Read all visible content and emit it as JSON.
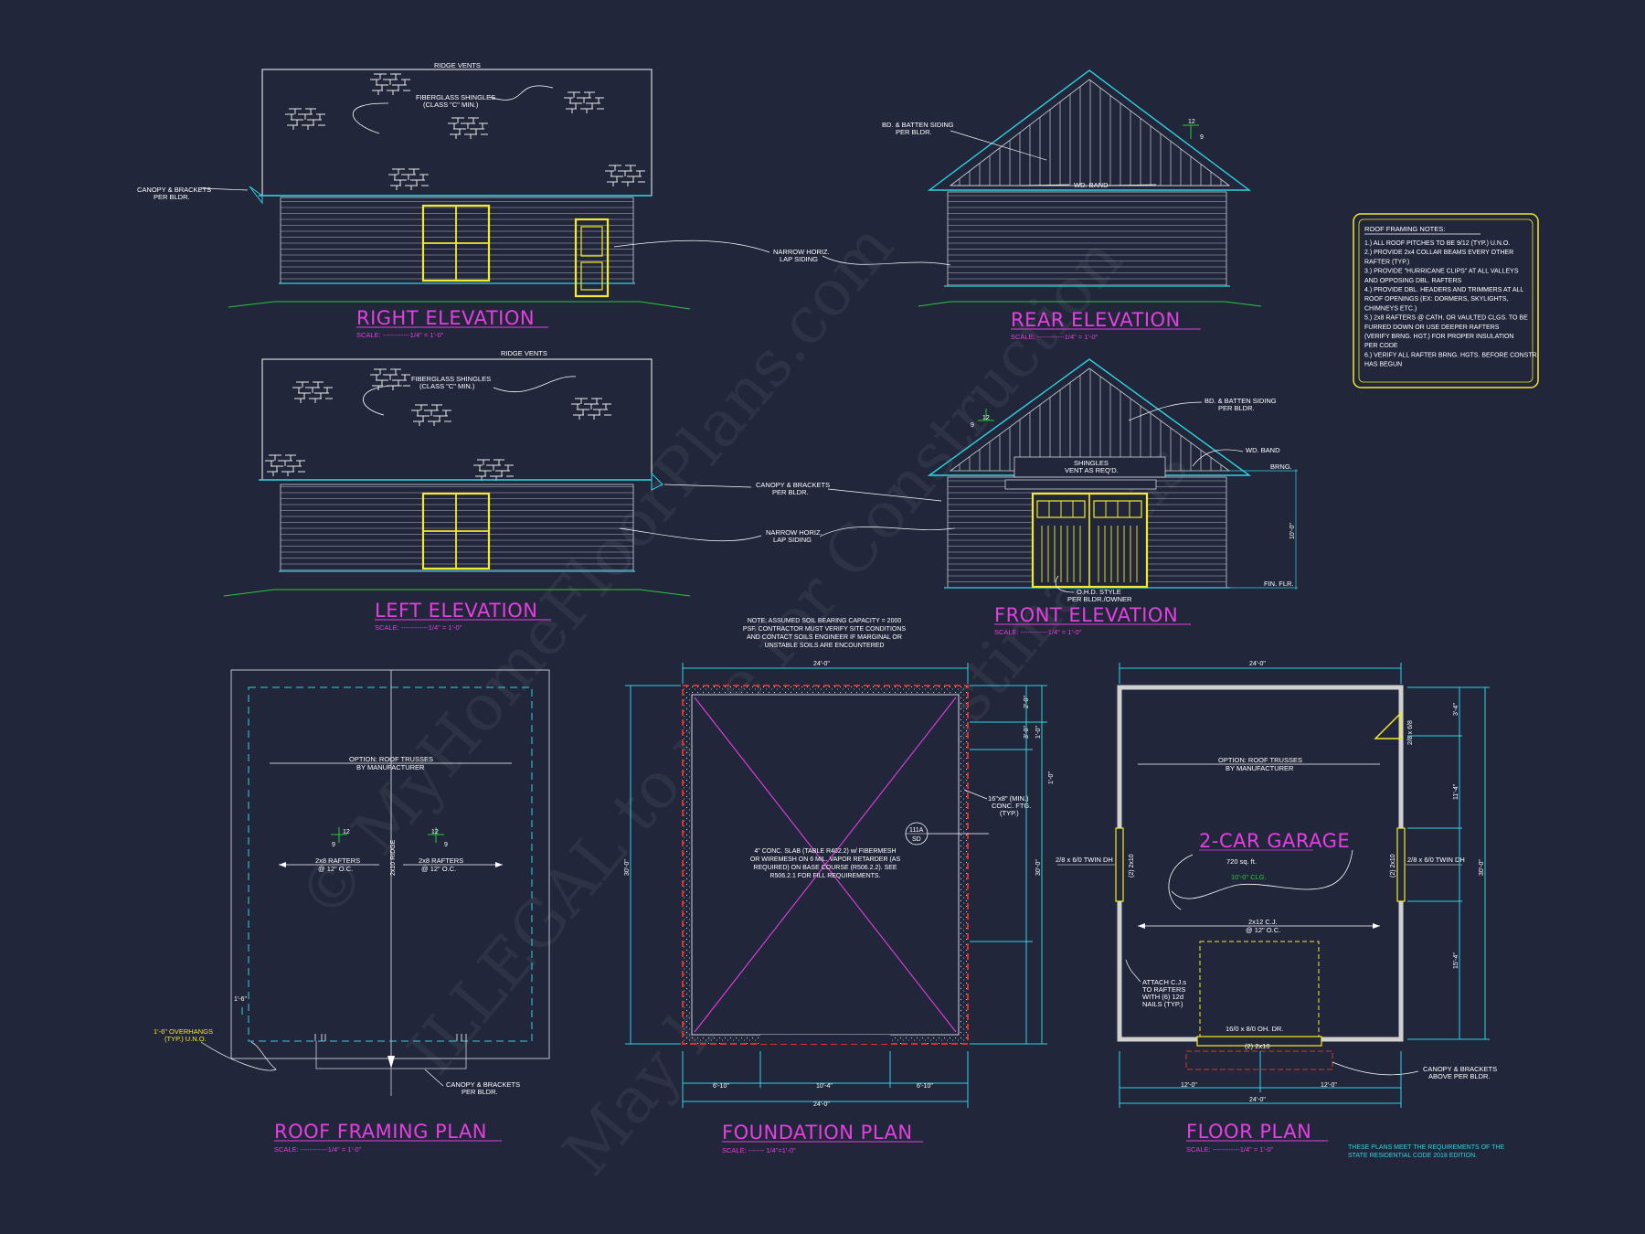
{
  "watermark": {
    "line1": "© MyHomeFloorPlans.com",
    "line2": "ILLEGAL to use for Construction",
    "line3": "May be used for Estimations"
  },
  "views": {
    "right_elevation": {
      "title": "RIGHT ELEVATION",
      "scale": "SCALE: ------------1/4\" = 1'-0\""
    },
    "rear_elevation": {
      "title": "REAR ELEVATION",
      "scale": "SCALE: ------------1/4\" = 1'-0\""
    },
    "left_elevation": {
      "title": "LEFT ELEVATION",
      "scale": "SCALE: ------------1/4\" = 1'-0\""
    },
    "front_elevation": {
      "title": "FRONT ELEVATION",
      "scale": "SCALE: ------------1/4\" = 1'-0\""
    },
    "roof_framing_plan": {
      "title": "ROOF FRAMING PLAN",
      "scale": "SCALE: ------------1/4\" = 1'-0\""
    },
    "foundation_plan": {
      "title": "FOUNDATION PLAN",
      "scale": "SCALE: ------- 1/4\"=1'-0\""
    },
    "floor_plan": {
      "title": "FLOOR PLAN",
      "scale": "SCALE: ------------1/4\" = 1'-0\""
    }
  },
  "annotations": {
    "ridge_vents": "RIDGE VENTS",
    "fiberglass_shingles_1": "FIBERGLASS SHINGLES",
    "fiberglass_shingles_2": "(CLASS \"C\" MIN.)",
    "canopy_brackets_1": "CANOPY & BRACKETS",
    "canopy_brackets_2": "PER BLDR.",
    "narrow_lap_1": "NARROW HORIZ.",
    "narrow_lap_2": "LAP SIDING",
    "bb_siding_1": "BD. & BATTEN SIDING",
    "bb_siding_2": "PER BLDR.",
    "wd_band": "WD. BAND",
    "shingles_vent_1": "SHINGLES",
    "shingles_vent_2": "VENT AS REQ'D.",
    "brng": "BRNG.",
    "fin_flr": "FIN. FLR.",
    "height": "10'-0\"",
    "ohd_style_1": "O.H.D. STYLE",
    "ohd_style_2": "PER BLDR./OWNER",
    "pitch_12": "12",
    "pitch_9": "9"
  },
  "roof_notes": {
    "title": "ROOF FRAMING NOTES:",
    "lines": [
      "1.) ALL ROOF PITCHES TO BE 9/12 (TYP.) U.N.O.",
      "2.) PROVIDE 2x4 COLLAR BEAMS EVERY OTHER",
      "RAFTER (TYP.)",
      "3.) PROVIDE \"HURRICANE CLIPS\" AT ALL VALLEYS",
      "AND OPPOSING DBL. RAFTERS",
      "4.) PROVIDE DBL. HEADERS AND TRIMMERS AT ALL",
      "ROOF OPENINGS (EX: DORMERS, SKYLIGHTS,",
      "CHIMNEYS ETC.)",
      "5.) 2x8 RAFTERS @ CATH. OR VAULTED CLGS. TO BE",
      "FURRED DOWN OR USE DEEPER RAFTERS",
      "(VERIFY BRNG. HGT.) FOR PROPER INSULATION",
      "PER CODE",
      "6.) VERIFY ALL RAFTER BRNG. HGTS. BEFORE CONSTR.",
      "HAS BEGUN"
    ]
  },
  "soil_note": [
    "NOTE: ASSUMED SOIL BEARING CAPACITY = 2000",
    "PSF. CONTRACTOR MUST VERIFY SITE CONDITIONS",
    "AND CONTACT SOILS ENGINEER IF MARGINAL OR",
    "UNSTABLE SOILS ARE ENCOUNTERED"
  ],
  "roof_plan": {
    "trusses_1": "OPTION: ROOF TRUSSES",
    "trusses_2": "BY MANUFACTURER",
    "rafters_1": "2x8 RAFTERS",
    "rafters_2": "@ 12\" O.C.",
    "ridge": "2x10 RIDGE",
    "overhang_1": "1'-6\" OVERHANGS",
    "overhang_2": "(TYP.) U.N.O.",
    "overhang_dim": "1'-6\"",
    "canopy_1": "CANOPY & BRACKETS",
    "canopy_2": "PER BLDR."
  },
  "foundation": {
    "dim_top": "24'-0\"",
    "dim_bottom": "24'-0\"",
    "dim_seg_1": "6'-10\"",
    "dim_seg_2": "10'-4\"",
    "dim_seg_3": "6'-10\"",
    "dim_side": "30'-0\"",
    "dim_side_r": "30'-0\"",
    "dim_r1": "2'-0\"",
    "dim_r2": "3'-0\"",
    "dim_r3": "1'-0\"",
    "dim_r4": "1'-0\"",
    "slab_note": [
      "4\" CONC. SLAB (TABLE R402.2) w/ FIBERMESH",
      "OR WIREMESH ON 6 MIL. VAPOR RETARDER (AS",
      "REQUIRED) ON BASE COURSE (R506.2.2). SEE",
      "R506.2.1 FOR FILL REQUIREMENTS."
    ],
    "footing_1": "16\"x8\" (MIN.)",
    "footing_2": "CONC. FTG.",
    "footing_3": "(TYP.)",
    "section_top": "111A",
    "section_bot": "SD"
  },
  "floor": {
    "room": "2-CAR GARAGE",
    "area": "720 sq. ft.",
    "ceiling": "10'-0\" CLG.",
    "trusses_1": "OPTION: ROOF TRUSSES",
    "trusses_2": "BY MANUFACTURER",
    "cj_1": "2x12 C.J.",
    "cj_2": "@ 12\" O.C.",
    "window_l": "2/8 x 6/0 TWIN DH",
    "window_r": "2/8 x 6/0 TWIN DH",
    "header_l": "(2) 2x10",
    "header_r": "(2) 2x10",
    "attach_1": "ATTACH C.J.s",
    "attach_2": "TO RAFTERS",
    "attach_3": "WITH (6) 12d",
    "attach_4": "NAILS (TYP.)",
    "door": "16/0 x 8/0 OH. DR.",
    "door_header": "(2) 2x10",
    "side_door": "2/8 x 6/8",
    "canopy_1": "CANOPY & BRACKETS",
    "canopy_2": "ABOVE PER BLDR.",
    "dim_top": "24'-0\"",
    "dim_bot": "24'-0\"",
    "dim_b1": "12'-0\"",
    "dim_b2": "12'-0\"",
    "dim_side": "30'-0\"",
    "dim_r1": "3'-4\"",
    "dim_r2": "11'-4\"",
    "dim_r3": "15'-4\""
  },
  "code_note": [
    "THESE PLANS MEET THE REQUIREMENTS OF THE",
    "STATE RESIDENTIAL CODE 2018 EDITION."
  ],
  "colors": {
    "background": "#22263a",
    "title": "#e43fe0",
    "cyan": "#2fd3e0",
    "yellow": "#f2ea2a",
    "green": "#28c93a"
  }
}
